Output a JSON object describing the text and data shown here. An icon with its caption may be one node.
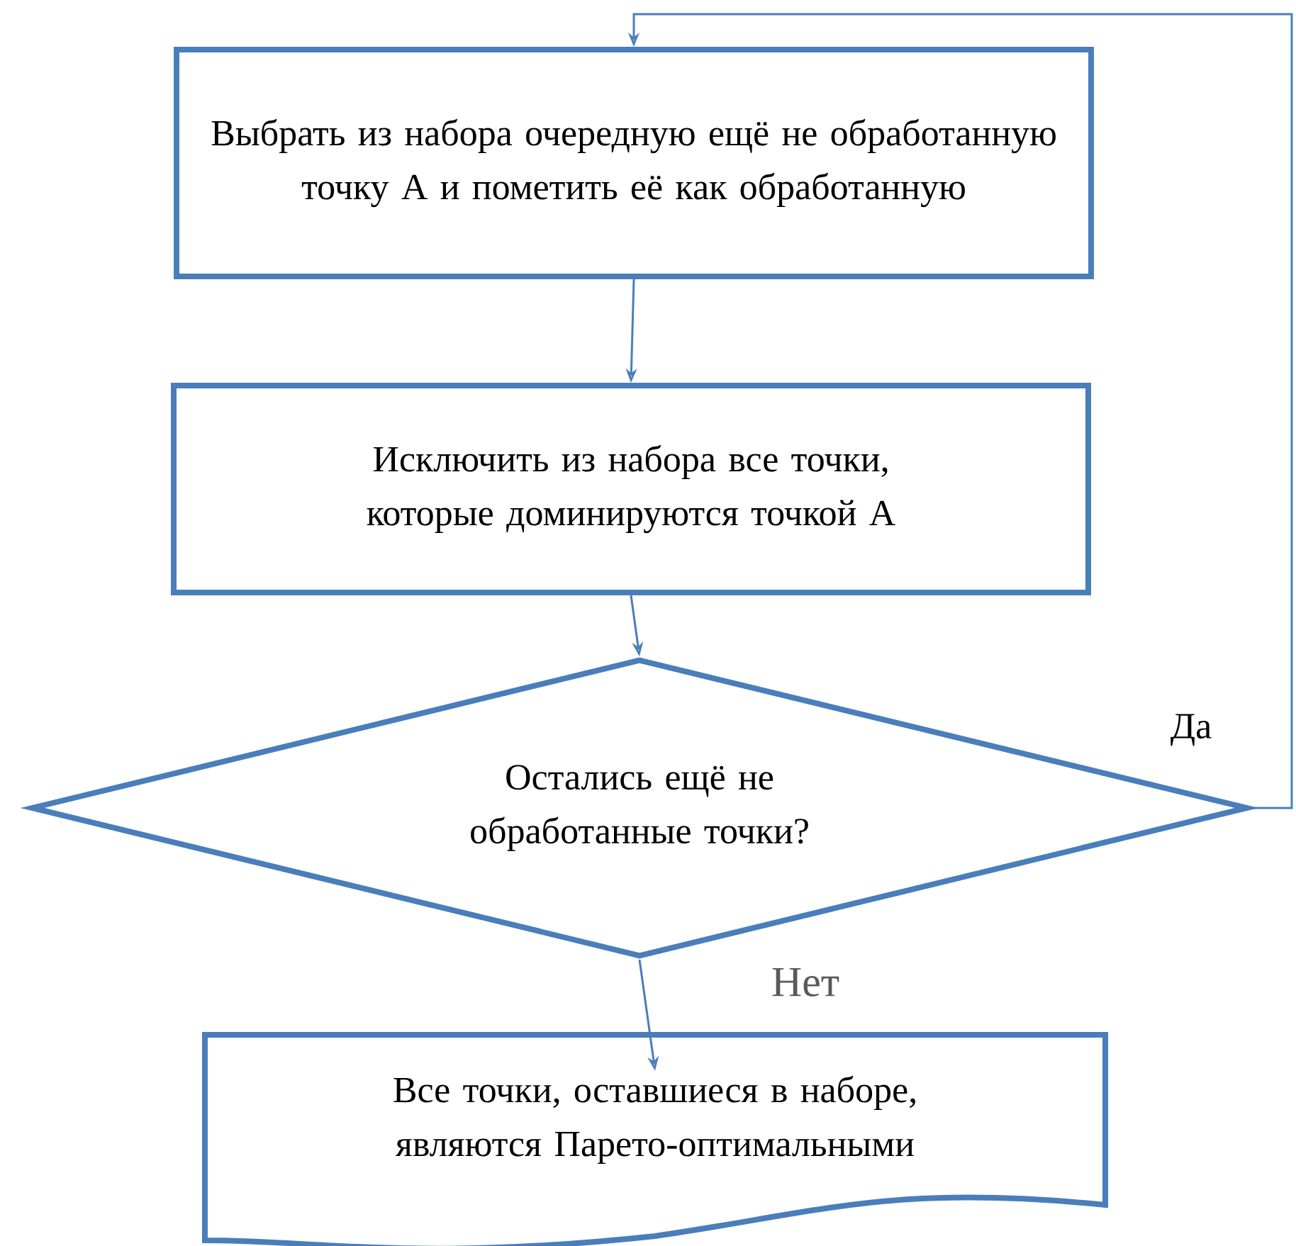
{
  "diagram": {
    "nodes": [
      {
        "text": [
          "Выбрать из набора очередную ещё не обработанную точку А и пометить её как обработанную"
        ]
      },
      {
        "text": [
          "Исключить из набора все точки, которые доминируются точкой А"
        ]
      },
      {
        "text": [
          "Остались ещё не обработанные точки?"
        ]
      },
      {
        "text": [
          "Все точки, оставшиеся в наборе, являются Парето-оптимальными"
        ]
      }
    ],
    "edges": [
      {
        "from": 0,
        "to": 1,
        "arrow": "to"
      },
      {
        "from": 1,
        "to": 2,
        "arrow": "to"
      },
      {
        "from": 2,
        "to": 3,
        "arrow": "to",
        "label": "Нет"
      },
      {
        "from": 2,
        "to": 0,
        "arrow": "to",
        "label": "Да"
      }
    ]
  }
}
